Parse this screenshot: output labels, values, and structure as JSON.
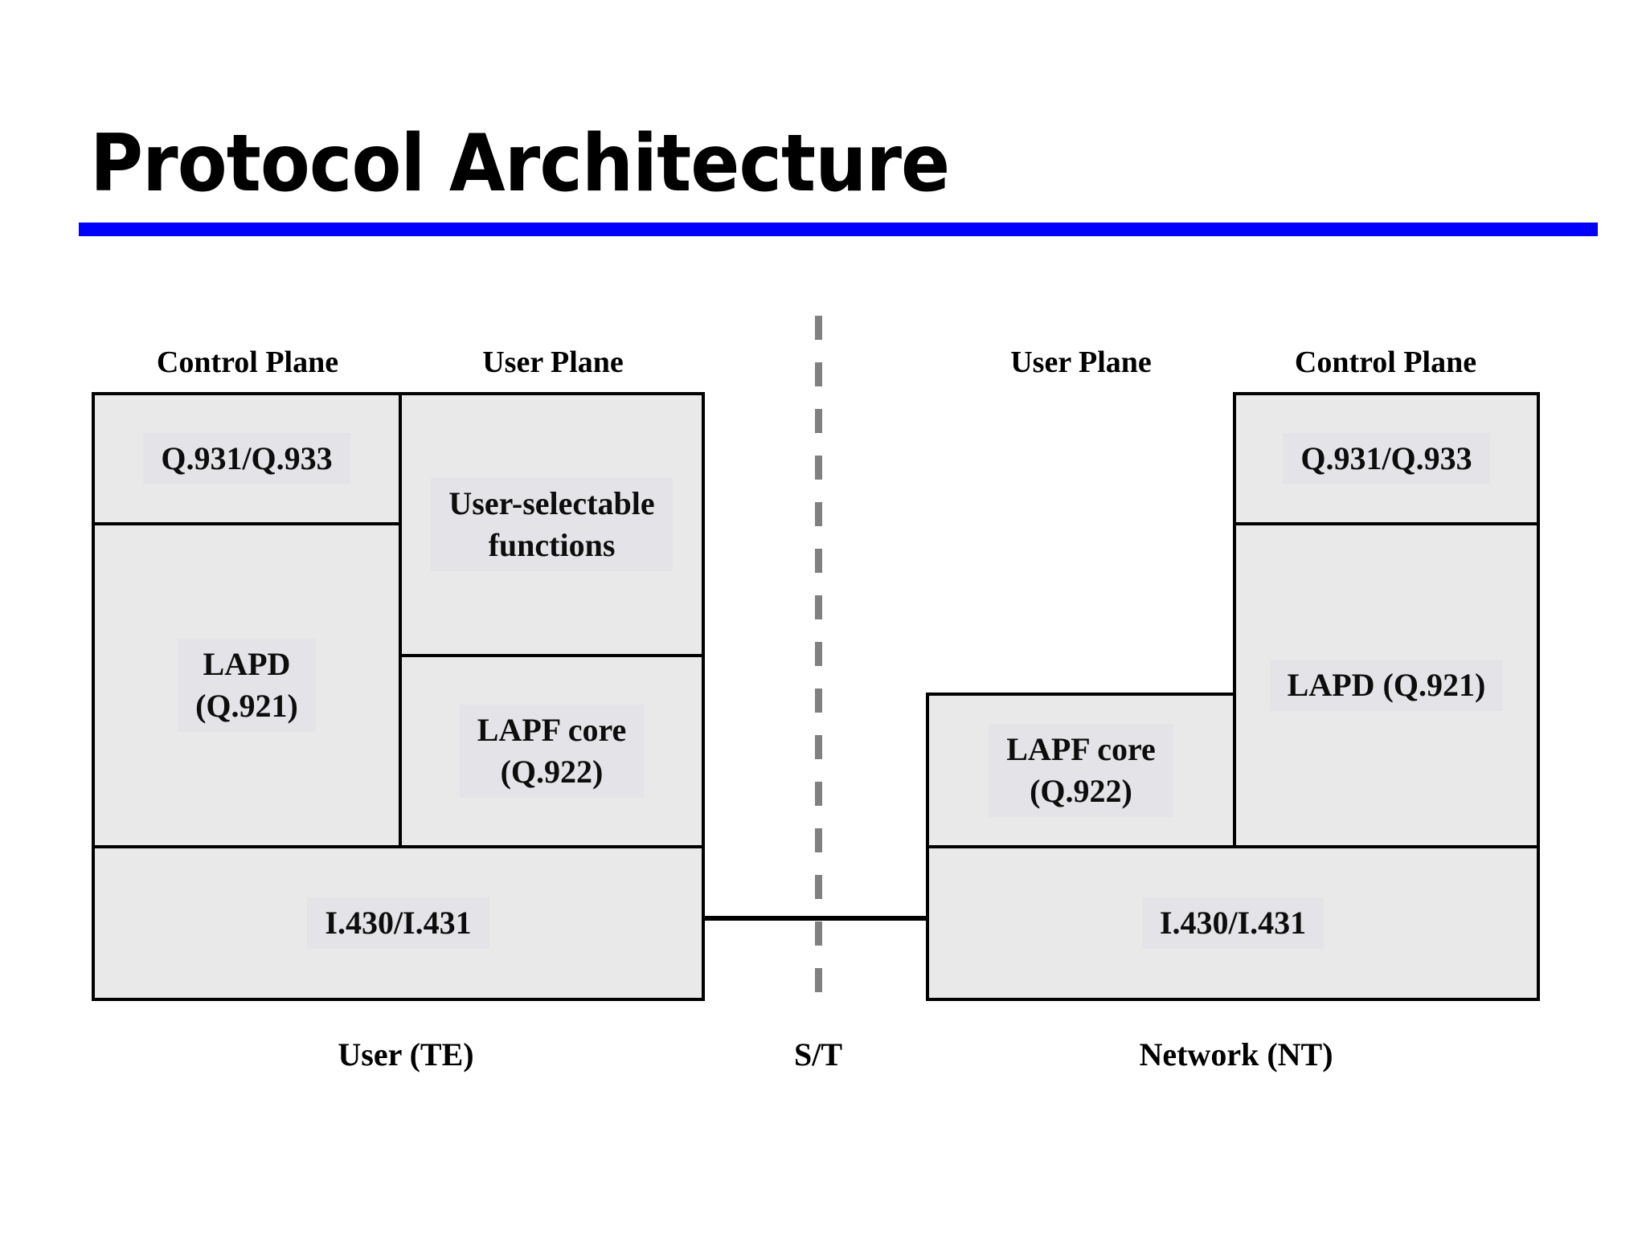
{
  "slide": {
    "title": "Protocol Architecture",
    "accent_color": "#0000FF",
    "box_fill_color": "#E9E9E9",
    "box_border_color": "#000000",
    "reference_line_color": "#808080"
  },
  "diagram": {
    "left_side": {
      "caption_control_plane": "Control Plane",
      "caption_user_plane": "User Plane",
      "bottom_label": "User (TE)",
      "boxes": {
        "control_signalling": "Q.931/Q.933",
        "control_datalink": "LAPD\n(Q.921)",
        "user_functions": "User-selectable\nfunctions",
        "user_datalink": "LAPF core\n(Q.922)",
        "physical": "I.430/I.431"
      }
    },
    "interface": {
      "label": "S/T"
    },
    "right_side": {
      "caption_user_plane": "User Plane",
      "caption_control_plane": "Control Plane",
      "bottom_label": "Network (NT)",
      "boxes": {
        "control_signalling": "Q.931/Q.933",
        "control_datalink": "LAPD (Q.921)",
        "user_datalink": "LAPF core\n(Q.922)",
        "physical": "I.430/I.431"
      }
    }
  }
}
